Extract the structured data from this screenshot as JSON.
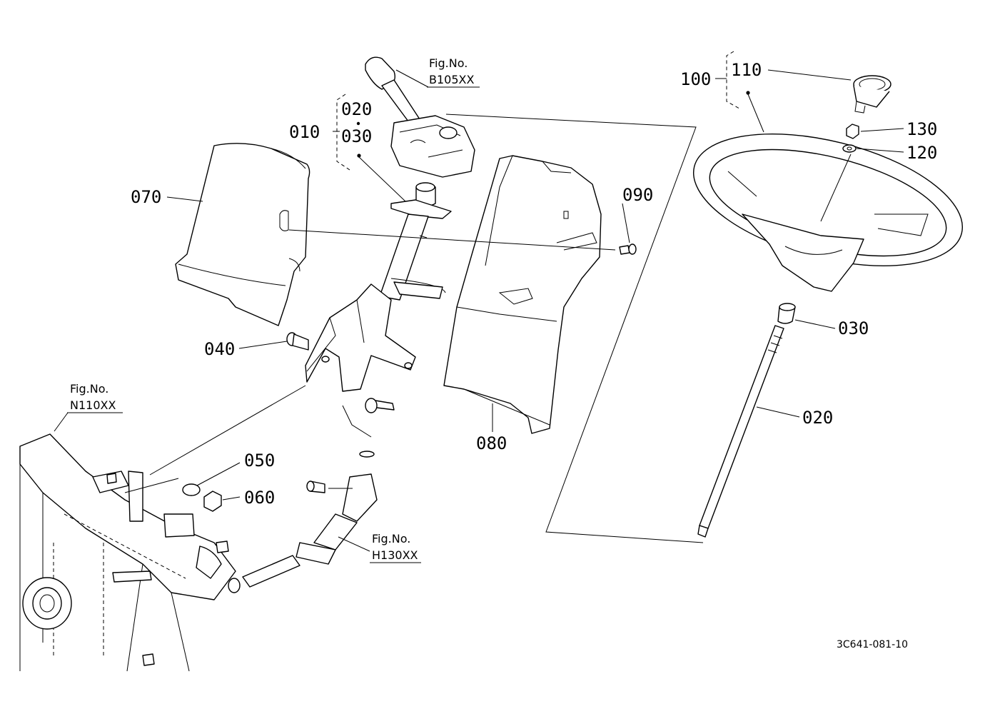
{
  "diagram": {
    "callouts": {
      "p010": "010",
      "p020_top": "020",
      "p030_top": "030",
      "p070": "070",
      "p090": "090",
      "p040": "040",
      "p080": "080",
      "p050": "050",
      "p060": "060",
      "p100": "100",
      "p110": "110",
      "p130": "130",
      "p120": "120",
      "p030": "030",
      "p020": "020"
    },
    "figure_refs": {
      "b105": {
        "label": "Fig.No.",
        "code": "B105XX"
      },
      "n110": {
        "label": "Fig.No.",
        "code": "N110XX"
      },
      "h130": {
        "label": "Fig.No.",
        "code": "H130XX"
      }
    },
    "drawing_code": "3C641-081-10"
  }
}
